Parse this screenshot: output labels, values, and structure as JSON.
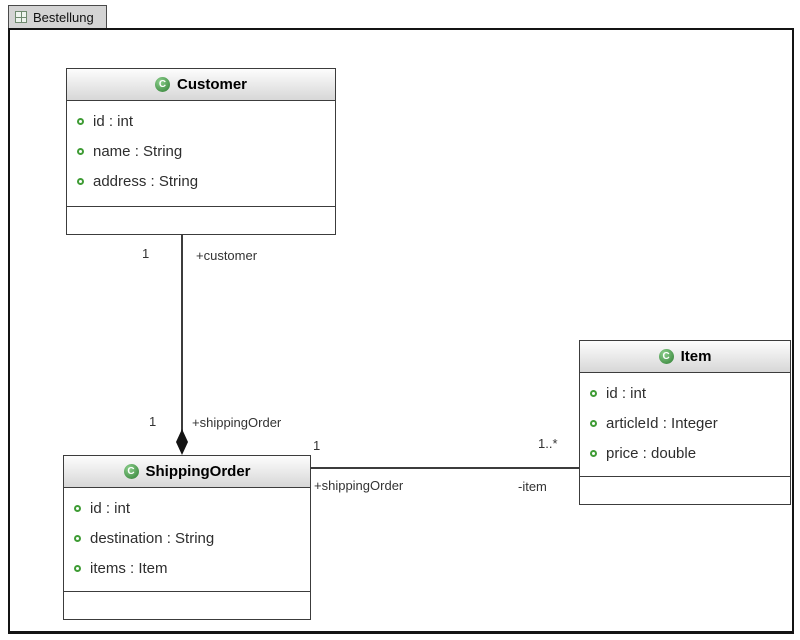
{
  "tab": {
    "label": "Bestellung"
  },
  "icons": {
    "class_badge_letter": "C",
    "tab_icon": "diagram-grid-icon",
    "attribute_visibility_icon": "green-circle"
  },
  "colors": {
    "class_badge_green": "#2e7d32",
    "attribute_dot_green": "#3f9c35",
    "edge": "#3c3c3c",
    "header_gradient_top": "#fdfdfd",
    "header_gradient_bottom": "#d7d7d7",
    "tab_background": "#d4d4d4"
  },
  "diagram": {
    "classes": [
      {
        "name": "Customer",
        "attributes": [
          "id : int",
          "name : String",
          "address : String"
        ],
        "operations": []
      },
      {
        "name": "Item",
        "attributes": [
          "id : int",
          "articleId : Integer",
          "price : double"
        ],
        "operations": []
      },
      {
        "name": "ShippingOrder",
        "attributes": [
          "id : int",
          "destination : String",
          "items : Item"
        ],
        "operations": []
      }
    ],
    "associations": [
      {
        "type": "composition",
        "from": "Customer",
        "to": "ShippingOrder",
        "from_mult": "1",
        "from_role": "+customer",
        "to_mult": "1",
        "to_role": "+shippingOrder"
      },
      {
        "type": "association",
        "from": "ShippingOrder",
        "to": "Item",
        "from_mult": "1",
        "from_role": "+shippingOrder",
        "to_mult": "1..*",
        "to_role": "-item"
      }
    ]
  }
}
